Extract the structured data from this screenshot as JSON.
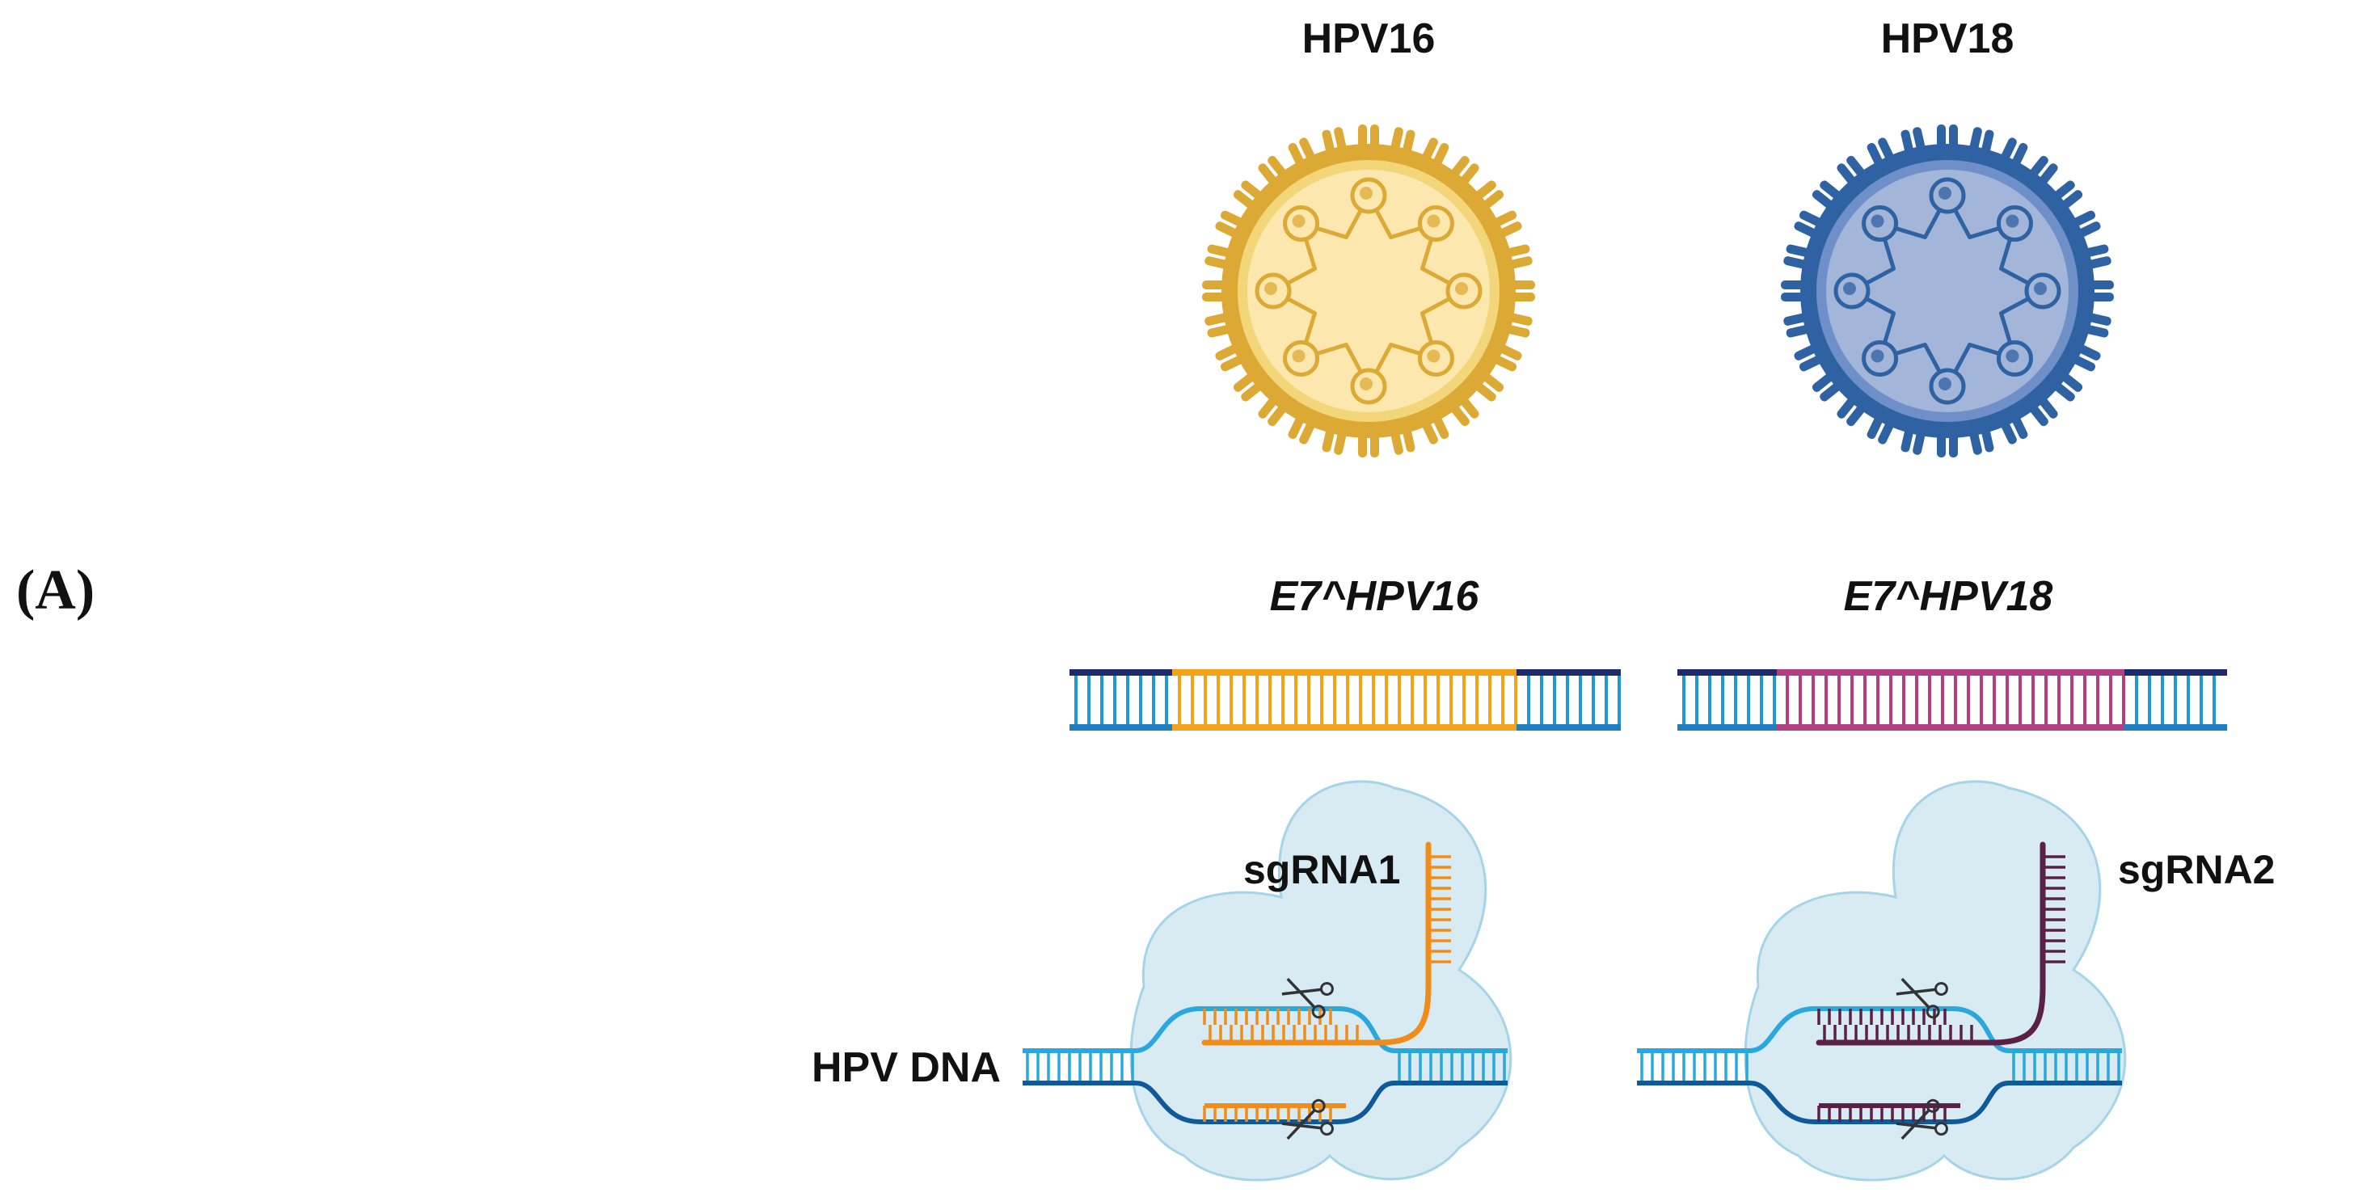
{
  "panel_label": "(A)",
  "viruses": [
    {
      "label": "HPV16",
      "color": "#DDA935",
      "fill": "#FCE8AE",
      "ring": "#F3D57A"
    },
    {
      "label": "HPV18",
      "color": "#2F62A2",
      "fill": "#A3B5D9",
      "ring": "#6E8FC7"
    }
  ],
  "genes": [
    {
      "label": "E7^HPV16",
      "color": "#F2A21B"
    },
    {
      "label": "E7^HPV18",
      "color": "#B33F83"
    }
  ],
  "complexes": [
    {
      "sgrna_label": "sgRNA1",
      "guide_color": "#F08C1A"
    },
    {
      "sgrna_label": "sgRNA2",
      "guide_color": "#5A2147"
    }
  ],
  "dna_label": "HPV DNA",
  "colors": {
    "dna_top": "#1D2A6B",
    "dna_bottom": "#1B7FC0",
    "dna_rungs": "#1E9AD2",
    "cas_fill": "#D4E9F2",
    "cas_stroke": "#9CD0E6",
    "hpv_dna": "#2AA7DD",
    "hpv_dna_bottom": "#0F5A9A"
  }
}
